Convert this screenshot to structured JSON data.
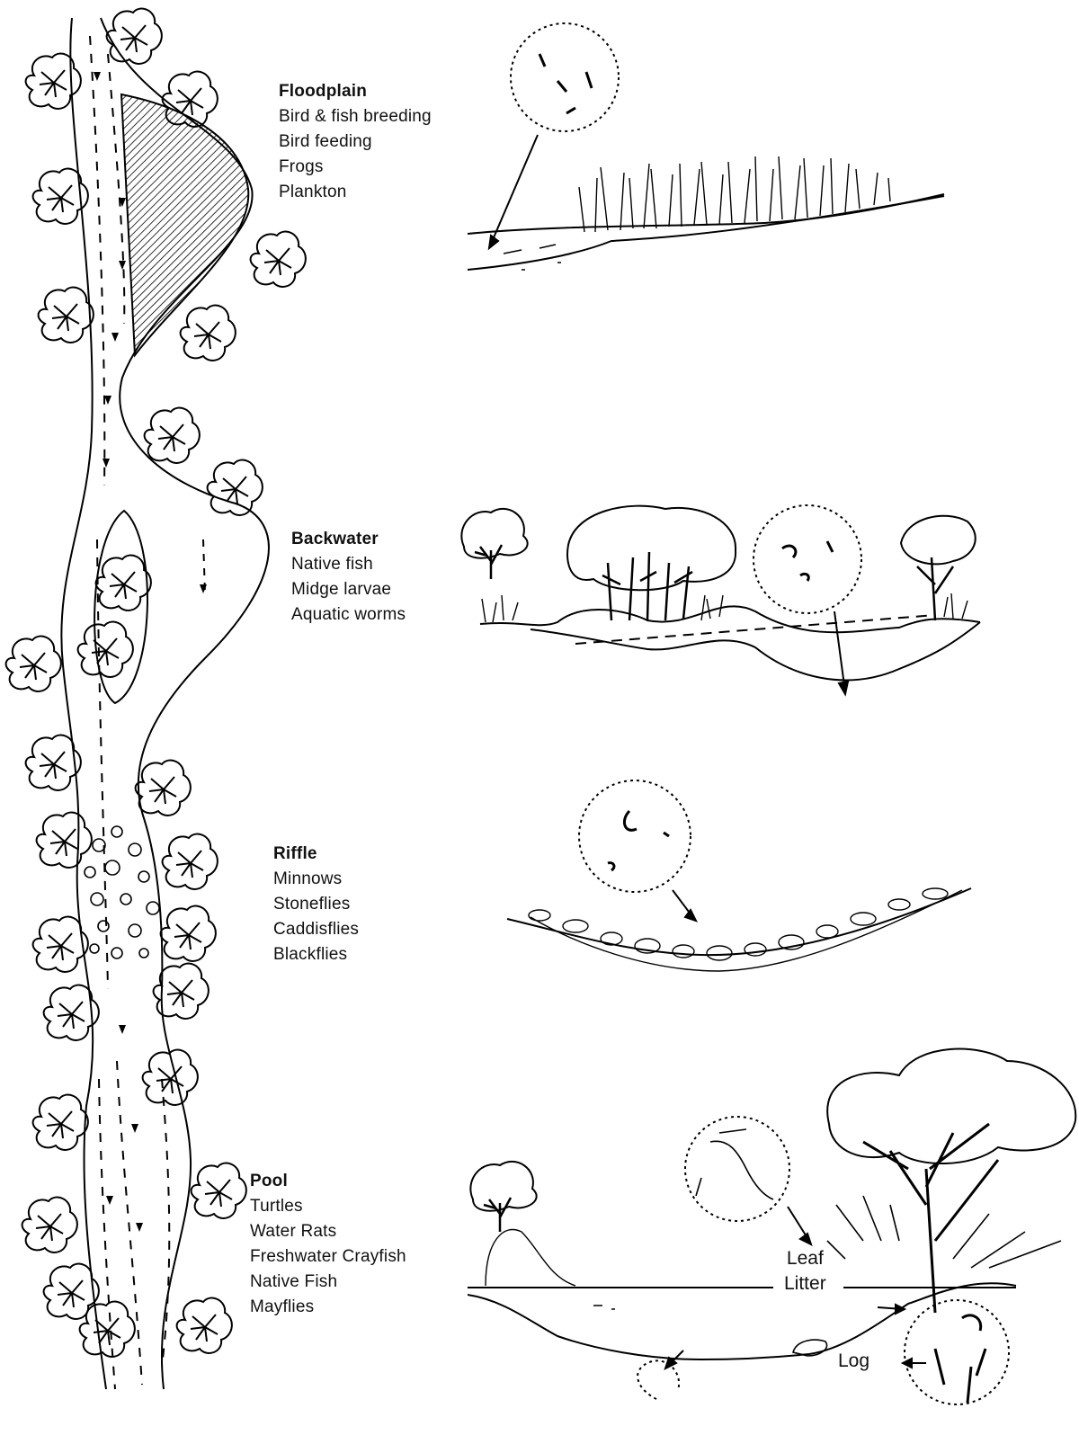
{
  "zones": [
    {
      "id": "floodplain",
      "heading": "Floodplain",
      "items": [
        "Bird & fish breeding",
        "Bird feeding",
        "Frogs",
        "Plankton"
      ]
    },
    {
      "id": "backwater",
      "heading": "Backwater",
      "items": [
        "Native fish",
        "Midge larvae",
        "Aquatic worms"
      ]
    },
    {
      "id": "riffle",
      "heading": "Riffle",
      "items": [
        "Minnows",
        "Stoneflies",
        "Caddisflies",
        "Blackflies"
      ]
    },
    {
      "id": "pool",
      "heading": "Pool",
      "items": [
        "Turtles",
        "Water Rats",
        "Freshwater Crayfish",
        "Native Fish",
        "Mayflies"
      ]
    }
  ],
  "callouts": {
    "leaf_line1": "Leaf",
    "leaf_line2": "Litter",
    "log": "Log"
  }
}
